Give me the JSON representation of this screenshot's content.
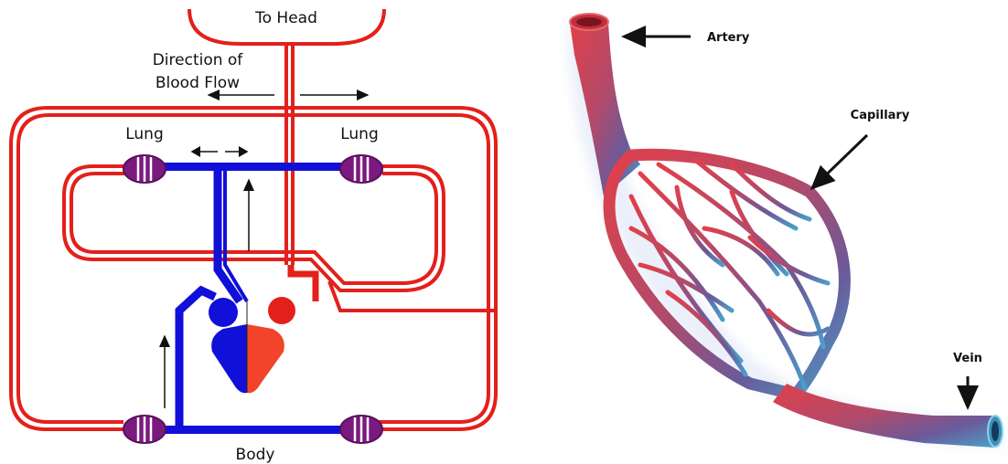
{
  "circulation": {
    "to_head": "To Head",
    "direction_line1": "Direction of",
    "direction_line2": "Blood Flow",
    "lung_left": "Lung",
    "lung_right": "Lung",
    "body": "Body"
  },
  "vessels": {
    "artery": "Artery",
    "capillary": "Capillary",
    "vein": "Vein"
  },
  "colors": {
    "oxygenated": "#e3201b",
    "deoxygenated": "#1010d8",
    "heart_red": "#f2442a",
    "exchange_purple": "#7b1a7e"
  }
}
